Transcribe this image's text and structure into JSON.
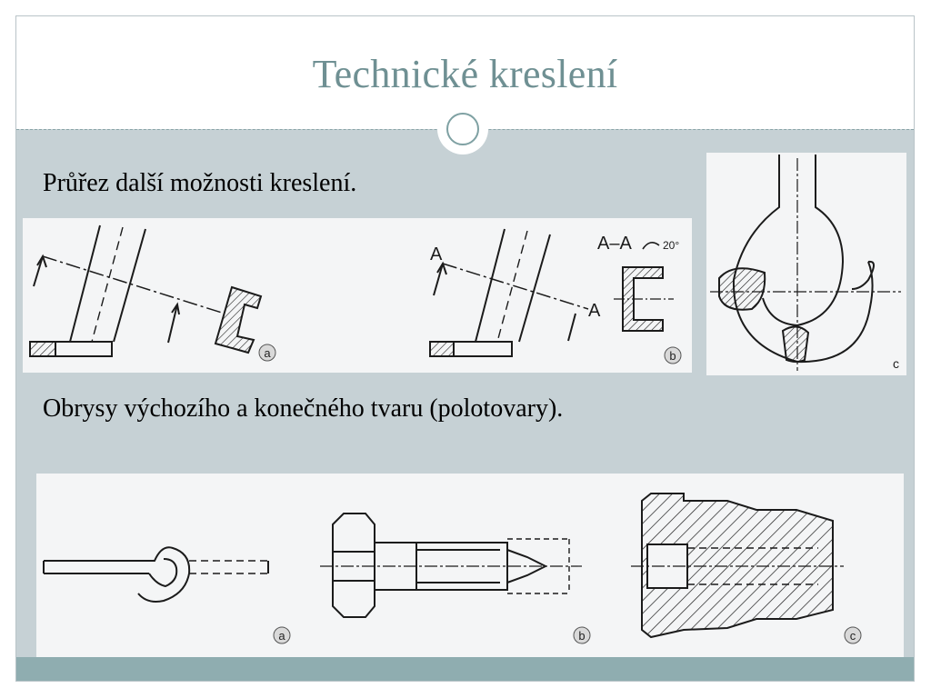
{
  "slide": {
    "title": "Technické kreslení",
    "line1": "Průřez další možnosti kreslení.",
    "line2": "Obrysy výchozího a konečného tvaru (polotovary)."
  },
  "section_figure": {
    "label_a": "a",
    "label_b": "b",
    "label_c": "c",
    "cut_letter": "A",
    "section_label": "A–A",
    "rotation": "20°"
  },
  "blank_figure": {
    "label_a": "a",
    "label_b": "b",
    "label_c": "c"
  }
}
